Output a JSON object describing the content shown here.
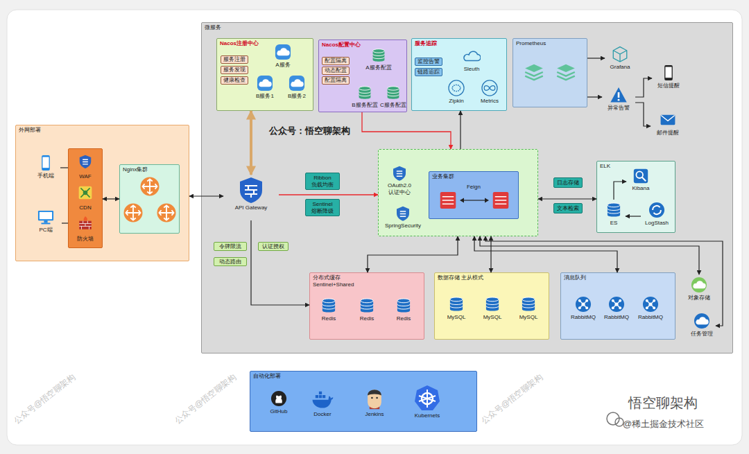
{
  "diagram": {
    "nodes": [
      {
        "text": [
          "外网部署"
        ]
      },
      {
        "text": [
          "手机端"
        ],
        "in": 0
      },
      {
        "text": [
          "PC端"
        ],
        "in": 0
      },
      {
        "text": [
          "WAF",
          "CDN",
          "防火墙"
        ],
        "in": 0
      },
      {
        "text": [
          "Nginx集群"
        ],
        "in": 0
      },
      {
        "text": [
          "微服务"
        ]
      },
      {
        "text": [
          "Nacos注册中心"
        ],
        "in": 5
      },
      {
        "text": [
          "服务注册"
        ],
        "in": 6
      },
      {
        "text": [
          "服务发现"
        ],
        "in": 6
      },
      {
        "text": [
          "健康检查"
        ],
        "in": 6
      },
      {
        "text": [
          "A服务"
        ],
        "in": 6
      },
      {
        "text": [
          "B服务1"
        ],
        "in": 6
      },
      {
        "text": [
          "B服务2"
        ],
        "in": 6
      },
      {
        "text": [
          "Nacos配置中心"
        ],
        "in": 5
      },
      {
        "text": [
          "配置隔离"
        ],
        "in": 13
      },
      {
        "text": [
          "动态配置"
        ],
        "in": 13
      },
      {
        "text": [
          "配置隔离"
        ],
        "in": 13
      },
      {
        "text": [
          "A服务配置"
        ],
        "in": 13
      },
      {
        "text": [
          "B服务配置"
        ],
        "in": 13
      },
      {
        "text": [
          "C服务配置"
        ],
        "in": 13
      },
      {
        "text": [
          "服务追踪"
        ],
        "in": 5
      },
      {
        "text": [
          "监控告警"
        ],
        "in": 20
      },
      {
        "text": [
          "链路追踪"
        ],
        "in": 20
      },
      {
        "text": [
          "Sleuth"
        ],
        "in": 20
      },
      {
        "text": [
          "Zipkin"
        ],
        "in": 20
      },
      {
        "text": [
          "Metrics"
        ],
        "in": 20
      },
      {
        "text": [
          "Prometheus"
        ],
        "in": 5
      },
      {
        "text": [
          "Grafana"
        ],
        "in": 5
      },
      {
        "text": [
          "异常告警"
        ],
        "in": 5
      },
      {
        "text": [
          "短信提醒"
        ],
        "in": 5
      },
      {
        "text": [
          "邮件提醒"
        ],
        "in": 5
      },
      {
        "text": [
          "API Gateway"
        ],
        "in": 5
      },
      {
        "text": [
          "Ribbon 负载均衡"
        ],
        "in": 5
      },
      {
        "text": [
          "Sentinel 熔断降级"
        ],
        "in": 5
      },
      {
        "text": [
          "令牌限流"
        ],
        "in": 5
      },
      {
        "text": [
          "认证授权"
        ],
        "in": 5
      },
      {
        "text": [
          "动态路由"
        ],
        "in": 5
      },
      {
        "text": [],
        "in": 5
      },
      {
        "text": [
          "OAuth2.0 认证中心"
        ],
        "in": 37
      },
      {
        "text": [
          "SpringSecurity"
        ],
        "in": 37
      },
      {
        "text": [
          "业务集群",
          "Feign"
        ],
        "in": 37
      },
      {
        "text": [
          "日志存储"
        ],
        "in": 5
      },
      {
        "text": [
          "文本检索"
        ],
        "in": 5
      },
      {
        "text": [
          "ELK"
        ],
        "in": 5
      },
      {
        "text": [
          "Kibana"
        ],
        "in": 43
      },
      {
        "text": [
          "ES"
        ],
        "in": 43
      },
      {
        "text": [
          "LogStash"
        ],
        "in": 43
      },
      {
        "text": [
          "分布式缓存 Sentinel+Shared"
        ],
        "in": 5
      },
      {
        "text": [
          "Redis"
        ],
        "in": 47
      },
      {
        "text": [
          "Redis"
        ],
        "in": 47
      },
      {
        "text": [
          "Redis"
        ],
        "in": 47
      },
      {
        "text": [
          "数据存储 主从模式"
        ],
        "in": 5
      },
      {
        "text": [
          "MySQL"
        ],
        "in": 51
      },
      {
        "text": [
          "MySQL"
        ],
        "in": 51
      },
      {
        "text": [
          "MySQL"
        ],
        "in": 51
      },
      {
        "text": [
          "消息队列"
        ],
        "in": 5
      },
      {
        "text": [
          "RabbitMQ"
        ],
        "in": 55
      },
      {
        "text": [
          "RabbitMQ"
        ],
        "in": 55
      },
      {
        "text": [
          "RabbitMQ"
        ],
        "in": 55
      },
      {
        "text": [
          "对象存储"
        ],
        "in": 5
      },
      {
        "text": [
          "任务管理"
        ],
        "in": 5
      },
      {
        "text": [
          "自动化部署"
        ]
      },
      {
        "text": [
          "GitHub"
        ],
        "in": 61
      },
      {
        "text": [
          "Docker"
        ],
        "in": 61
      },
      {
        "text": [
          "Jenkins"
        ],
        "in": 61
      },
      {
        "text": [
          "Kubernets"
        ],
        "in": 61
      }
    ],
    "edges": [
      {
        "from": 1,
        "to": 3,
        "arrow": "none"
      },
      {
        "from": 2,
        "to": 3,
        "arrow": "none"
      },
      {
        "from": 3,
        "to": 4,
        "arrow": "both"
      },
      {
        "from": 0,
        "to": 31,
        "arrow": "both"
      },
      {
        "from": 6,
        "to": 31,
        "arrow": "both"
      },
      {
        "from": 31,
        "to": 37,
        "arrow": "to"
      },
      {
        "from": 13,
        "to": 37,
        "arrow": "to"
      },
      {
        "from": 37,
        "to": 20,
        "arrow": "to"
      },
      {
        "from": 26,
        "to": 27,
        "arrow": "to"
      },
      {
        "from": 26,
        "to": 28,
        "arrow": "to"
      },
      {
        "from": 28,
        "to": 29,
        "arrow": "to"
      },
      {
        "from": 28,
        "to": 30,
        "arrow": "to"
      },
      {
        "from": 37,
        "to": 43,
        "arrow": "both"
      },
      {
        "from": 37,
        "to": 47,
        "arrow": "both"
      },
      {
        "from": 37,
        "to": 51,
        "arrow": "both"
      },
      {
        "from": 37,
        "to": 55,
        "arrow": "both"
      },
      {
        "from": 37,
        "to": 59,
        "arrow": "both"
      },
      {
        "from": 37,
        "to": 60,
        "arrow": "both"
      },
      {
        "from": 31,
        "to": 47,
        "arrow": "to"
      },
      {
        "from": 45,
        "to": 44,
        "arrow": "to"
      },
      {
        "from": 46,
        "to": 45,
        "arrow": "to"
      }
    ],
    "labels": [
      "公众号：悟空聊架构",
      "公众号@悟空聊架构",
      "公众号@悟空聊架构",
      "公众号@悟空聊架构",
      "悟空聊架构",
      "@稀土掘金技术社区"
    ]
  }
}
